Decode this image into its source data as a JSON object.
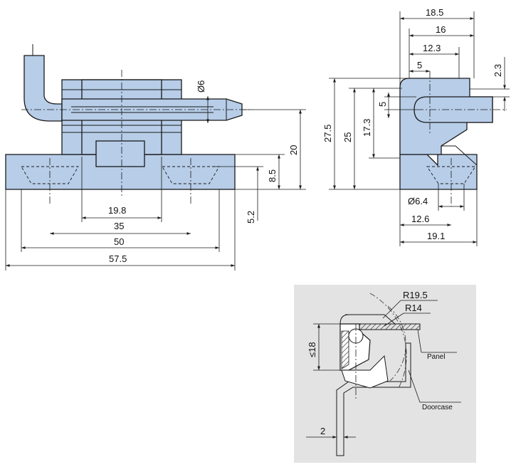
{
  "front_view": {
    "diameter_pin": "Ø6",
    "height_total": "20",
    "height_base": "8.5",
    "offset": "5.2",
    "width_inner": "19.8",
    "width_holes": "35",
    "width_base": "50",
    "width_total": "57.5"
  },
  "side_view": {
    "width_total": "18.5",
    "width_16": "16",
    "width_12_3": "12.3",
    "width_5": "5",
    "offset_2_3": "2.3",
    "slot_5": "5",
    "height_27_5": "27.5",
    "height_25": "25",
    "height_17_3": "17.3",
    "hole_diameter": "Ø6.4",
    "width_12_6": "12.6",
    "width_19_1": "19.1"
  },
  "install_view": {
    "radius_outer": "R19.5",
    "radius_inner": "R14",
    "max_thickness": "≤18",
    "panel_label": "Panel",
    "doorcase_label": "Doorcase",
    "gap": "2"
  },
  "colors": {
    "part_fill": "#b7cde8",
    "panel_bg": "#e3e3e3"
  }
}
